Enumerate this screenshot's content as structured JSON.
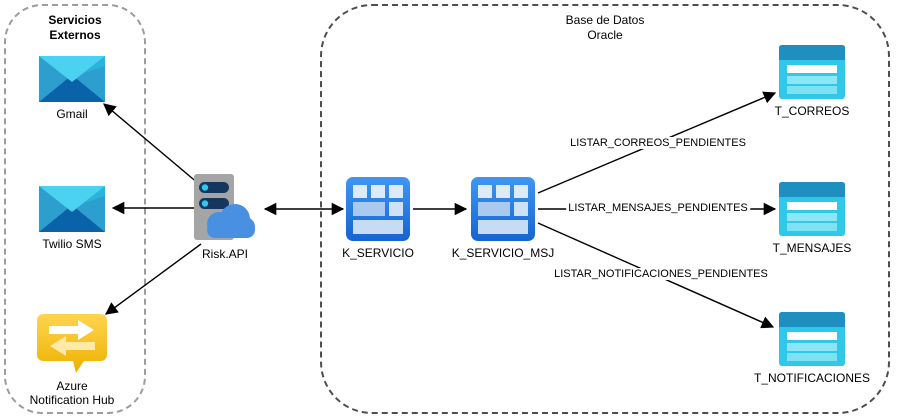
{
  "diagram_type": "architecture-flow",
  "groups": {
    "externos": {
      "title1": "Servicios",
      "title2": "Externos"
    },
    "oracle": {
      "title1": "Base de Datos",
      "title2": "Oracle"
    }
  },
  "nodes": {
    "gmail": {
      "label": "Gmail"
    },
    "twilio": {
      "label": "Twilio SMS"
    },
    "azure_hub": {
      "label1": "Azure",
      "label2": "Notification Hub"
    },
    "risk_api": {
      "label": "Risk.API"
    },
    "k_servicio": {
      "label": "K_SERVICIO"
    },
    "k_servicio_msj": {
      "label": "K_SERVICIO_MSJ"
    },
    "t_correos": {
      "label": "T_CORREOS"
    },
    "t_mensajes": {
      "label": "T_MENSAJES"
    },
    "t_notificaciones": {
      "label": "T_NOTIFICACIONES"
    }
  },
  "edges": {
    "listar_correos": {
      "label": "LISTAR_CORREOS_PENDIENTES"
    },
    "listar_mensajes": {
      "label": "LISTAR_MENSAJES_PENDIENTES"
    },
    "listar_notificaciones": {
      "label": "LISTAR_NOTIFICACIONES_PENDIENTES"
    }
  },
  "colors": {
    "envelope_side": "#2d9fce",
    "envelope_flap": "#4ad2f0",
    "envelope_bottom": "#0a63a9",
    "azure_gold_light": "#ffd44f",
    "azure_gold_dark": "#edb100",
    "azure_arrow_top": "#ffffff",
    "azure_arrow_bottom": "#ffe9a8",
    "server_gray": "#a5a5a5",
    "server_slot": "#15375f",
    "server_led": "#2fc8ee",
    "cloud_blue": "#4a90e2",
    "k_block_top": "#3f97f2",
    "k_block_bottom": "#1564d2",
    "table_header": "#1f8fc0",
    "table_body": "#30c8e8",
    "table_row_white": "#ffffff",
    "table_row_cyan": "#8ce6f5",
    "connector": "#000000",
    "border_externos": "#9c9c9c",
    "border_oracle": "#4d4d4d"
  }
}
